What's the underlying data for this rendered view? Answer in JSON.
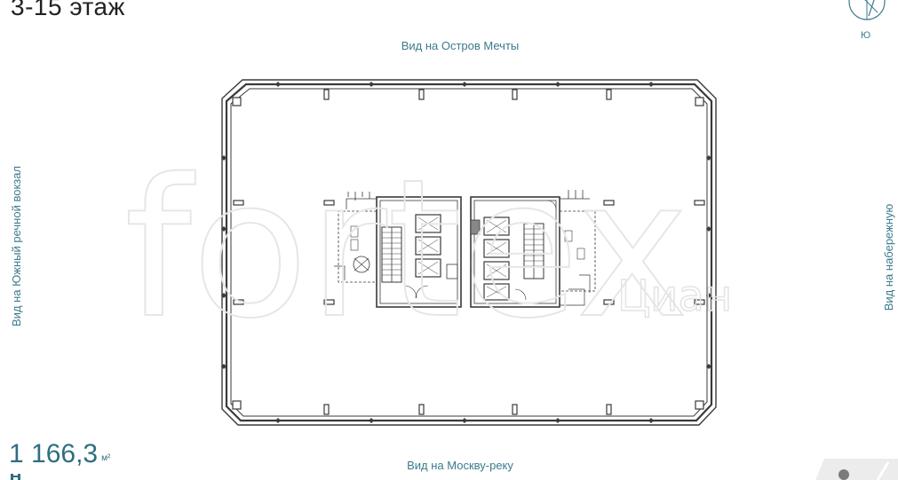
{
  "title": "3-15 этаж",
  "views": {
    "top": "Вид на Остров Мечты",
    "bottom": "Вид на Москву-реку",
    "left": "Вид на Южный речной вокзал",
    "right": "Вид на набережную"
  },
  "area": {
    "value": "1 166,3",
    "unit": "м²"
  },
  "compass": {
    "letter": "Ю"
  },
  "watermark": {
    "text": "fortex",
    "secondary": "Циан"
  },
  "colors": {
    "accent": "#3c7a8c",
    "plan_line": "#3a3a3a",
    "text_dark": "#222222"
  }
}
